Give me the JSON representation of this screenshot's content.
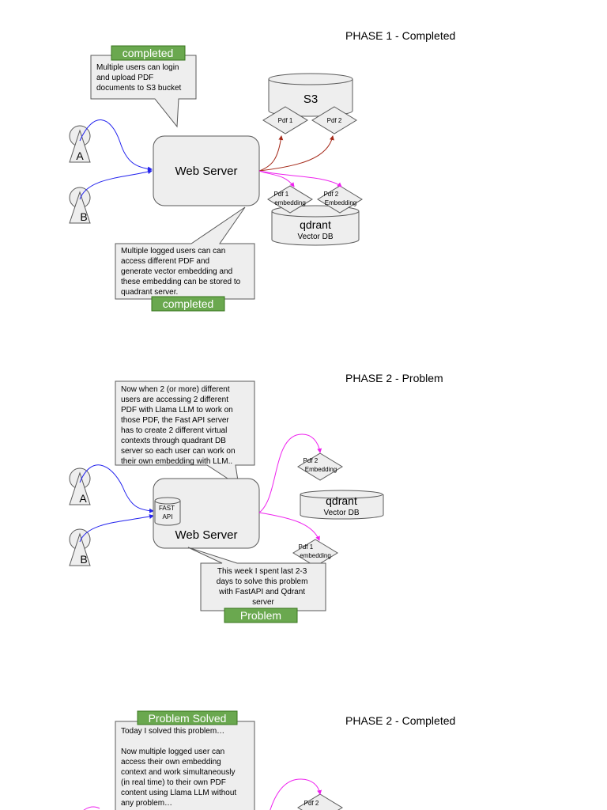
{
  "phase1": {
    "heading": "PHASE 1 - Completed",
    "badge_top": "completed",
    "callout_top": [
      "Multiple users can login",
      "and upload PDF",
      "documents to S3 bucket"
    ],
    "user_a": "A",
    "user_b": "B",
    "web_server": "Web Server",
    "s3": "S3",
    "pdf1": "Pdf 1",
    "pdf2": "Pdf 2",
    "emb1": [
      "Pdf 1",
      "embedding"
    ],
    "emb2": [
      "Pdf 2",
      "Embedding"
    ],
    "qdrant": "qdrant",
    "vector_db": "Vector DB",
    "callout_bottom": [
      "Multiple logged users can can",
      "access different PDF and",
      "generate vector embedding and",
      "these embedding can be stored to",
      "quadrant server."
    ],
    "badge_bottom": "completed"
  },
  "phase2": {
    "heading": "PHASE 2 - Problem",
    "callout_top": [
      "Now when 2 (or more) different",
      "users are accessing 2 different",
      "PDF with Llama LLM to work on",
      "those PDF, the Fast API server",
      "has to create 2 different virtual",
      "contexts through quadrant DB",
      "server so each user can work on",
      "their own embedding with LLM.."
    ],
    "user_a": "A",
    "user_b": "B",
    "fast_api": [
      "FAST",
      "API"
    ],
    "web_server": "Web Server",
    "emb2": [
      "Pdf 2",
      "Embedding"
    ],
    "emb1": [
      "Pdf 1",
      "embedding"
    ],
    "qdrant": "qdrant",
    "vector_db": "Vector DB",
    "callout_bottom": [
      "This week I spent last 2-3",
      "days to solve this problem",
      "with FastAPI and Qdrant",
      "server"
    ],
    "badge": "Problem"
  },
  "phase3": {
    "heading": "PHASE 2 - Completed",
    "badge": "Problem Solved",
    "callout": [
      "Today I solved this problem…",
      "",
      "Now multiple logged user can",
      "access their own embedding",
      "context and work simultaneously",
      "(in real time) to their own PDF",
      "content using Llama LLM without",
      "any problem…"
    ],
    "emb2": [
      "Pdf 2"
    ]
  },
  "colors": {
    "user_arrow": "#2222ee",
    "s3_arrow": "#a52a1a",
    "embed_arrow": "#ee22ee",
    "badge_fill": "#6aa84f",
    "shape_fill": "#eeeeee"
  }
}
